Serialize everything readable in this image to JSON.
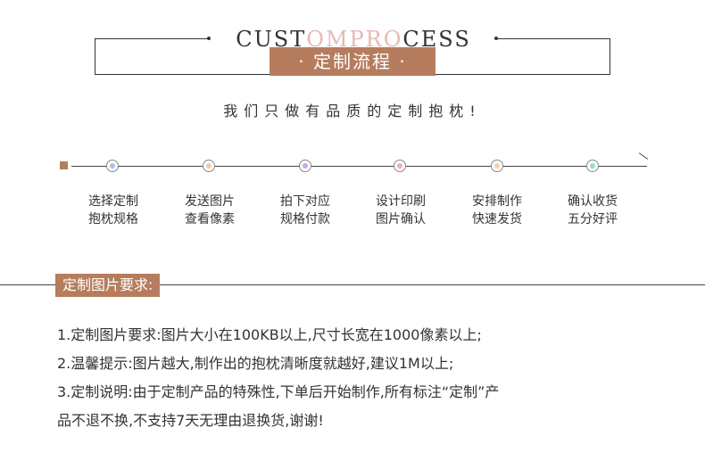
{
  "header": {
    "title_parts": [
      "CUST",
      "OMPRO",
      "CESS"
    ],
    "badge": "· 定制流程 ·"
  },
  "tagline": "我们只做有品质的定制抱枕!",
  "timeline": {
    "colors": {
      "start_marker": "#b57d5d",
      "nodes": [
        "#a9c4e8",
        "#f3c9a6",
        "#c9a6ef",
        "#eda9df",
        "#f1d29a",
        "#8fe3c7"
      ]
    },
    "steps": [
      {
        "line1": "选择定制",
        "line2": "抱枕规格"
      },
      {
        "line1": "发送图片",
        "line2": "查看像素"
      },
      {
        "line1": "拍下对应",
        "line2": "规格付款"
      },
      {
        "line1": "设计印刷",
        "line2": "图片确认"
      },
      {
        "line1": "安排制作",
        "line2": "快速发货"
      },
      {
        "line1": "确认收货",
        "line2": "五分好评"
      }
    ]
  },
  "requirements": {
    "heading": "定制图片要求:",
    "items": [
      "1.定制图片要求:图片大小在100KB以上,尺寸长宽在1000像素以上;",
      "2.温馨提示:图片越大,制作出的抱枕清晰度就越好,建议1M以上;",
      "3.定制说明:由于定制产品的特殊性,下单后开始制作,所有标注“定制”产",
      "品不退不换,不支持7天无理由退换货,谢谢!"
    ]
  }
}
